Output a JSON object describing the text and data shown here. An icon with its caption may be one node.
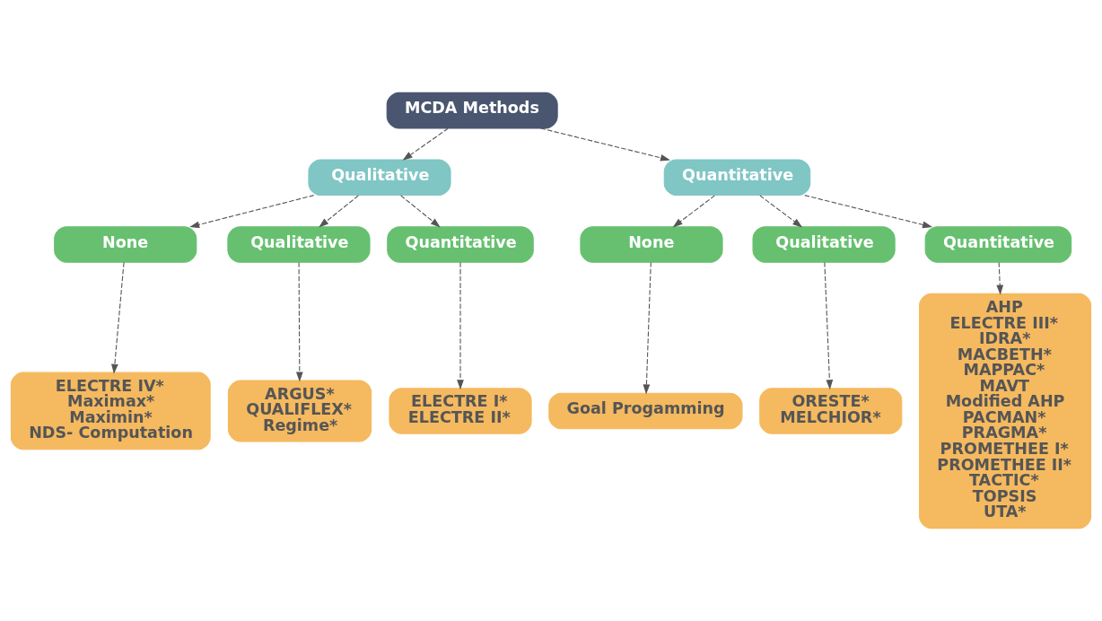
{
  "diagram": {
    "nodes": [
      {
        "text": [
          "MCDA Methods"
        ]
      },
      {
        "text": [
          "Qualitative"
        ]
      },
      {
        "text": [
          "Quantitative"
        ]
      },
      {
        "text": [
          "None"
        ]
      },
      {
        "text": [
          "Qualitative"
        ]
      },
      {
        "text": [
          "Quantitative"
        ]
      },
      {
        "text": [
          "None"
        ]
      },
      {
        "text": [
          "Qualitative"
        ]
      },
      {
        "text": [
          "Quantitative"
        ]
      },
      {
        "text": [
          "ELECTRE IV*",
          "Maximax*",
          "Maximin*",
          "NDS- Computation"
        ]
      },
      {
        "text": [
          "ARGUS*",
          "QUALIFLEX*",
          "Regime*"
        ]
      },
      {
        "text": [
          "ELECTRE I*",
          "ELECTRE II*"
        ]
      },
      {
        "text": [
          "Goal Progamming"
        ]
      },
      {
        "text": [
          "ORESTE*",
          "MELCHIOR*"
        ]
      },
      {
        "text": [
          "AHP",
          "ELECTRE III*",
          "IDRA*",
          "MACBETH*",
          "MAPPAC*",
          "MAVT",
          "Modified AHP",
          "PACMAN*",
          "PRAGMA*",
          "PROMETHEE I*",
          "PROMETHEE II*",
          "TACTIC*",
          "TOPSIS",
          "UTA*"
        ]
      }
    ],
    "edges": [
      {
        "from": 0,
        "to": 1,
        "arrow": "to",
        "style": "dashed"
      },
      {
        "from": 0,
        "to": 2,
        "arrow": "to",
        "style": "dashed"
      },
      {
        "from": 1,
        "to": 3,
        "arrow": "to",
        "style": "dashed"
      },
      {
        "from": 1,
        "to": 4,
        "arrow": "to",
        "style": "dashed"
      },
      {
        "from": 1,
        "to": 5,
        "arrow": "to",
        "style": "dashed"
      },
      {
        "from": 2,
        "to": 6,
        "arrow": "to",
        "style": "dashed"
      },
      {
        "from": 2,
        "to": 7,
        "arrow": "to",
        "style": "dashed"
      },
      {
        "from": 2,
        "to": 8,
        "arrow": "to",
        "style": "dashed"
      },
      {
        "from": 3,
        "to": 9,
        "arrow": "to",
        "style": "dashed"
      },
      {
        "from": 4,
        "to": 10,
        "arrow": "to",
        "style": "dashed"
      },
      {
        "from": 5,
        "to": 11,
        "arrow": "to",
        "style": "dashed"
      },
      {
        "from": 6,
        "to": 12,
        "arrow": "to",
        "style": "dashed"
      },
      {
        "from": 7,
        "to": 13,
        "arrow": "to",
        "style": "dashed"
      },
      {
        "from": 8,
        "to": 14,
        "arrow": "to",
        "style": "dashed"
      }
    ]
  }
}
